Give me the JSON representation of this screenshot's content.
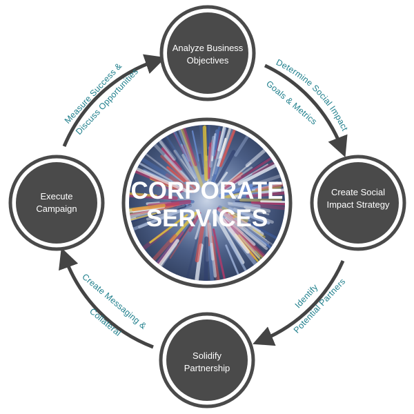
{
  "colors": {
    "node_fill": "#4a4a4a",
    "node_ring": "#4a4a4a",
    "arrow": "#444444",
    "label_teal": "#1f7f8c",
    "text_white": "#ffffff"
  },
  "center": {
    "line1": "CORPORATE",
    "line2": "SERVICES",
    "image": "radial-zoom-blur-photo"
  },
  "nodes": [
    {
      "line1": "Analyze Business",
      "line2": "Objectives"
    },
    {
      "line1": "Create Social",
      "line2": "Impact Strategy"
    },
    {
      "line1": "Solidify",
      "line2": "Partnership"
    },
    {
      "line1": "Execute",
      "line2": "Campaign"
    }
  ],
  "edges": [
    {
      "line1": "Determine Social Impact",
      "line2": "Goals & Metrics"
    },
    {
      "line1": "Identify",
      "line2": "Potential Partners"
    },
    {
      "line1": "Create Messaging &",
      "line2": "Collateral"
    },
    {
      "line1": "Measure Success &",
      "line2": "Discuss Opportunities"
    }
  ]
}
